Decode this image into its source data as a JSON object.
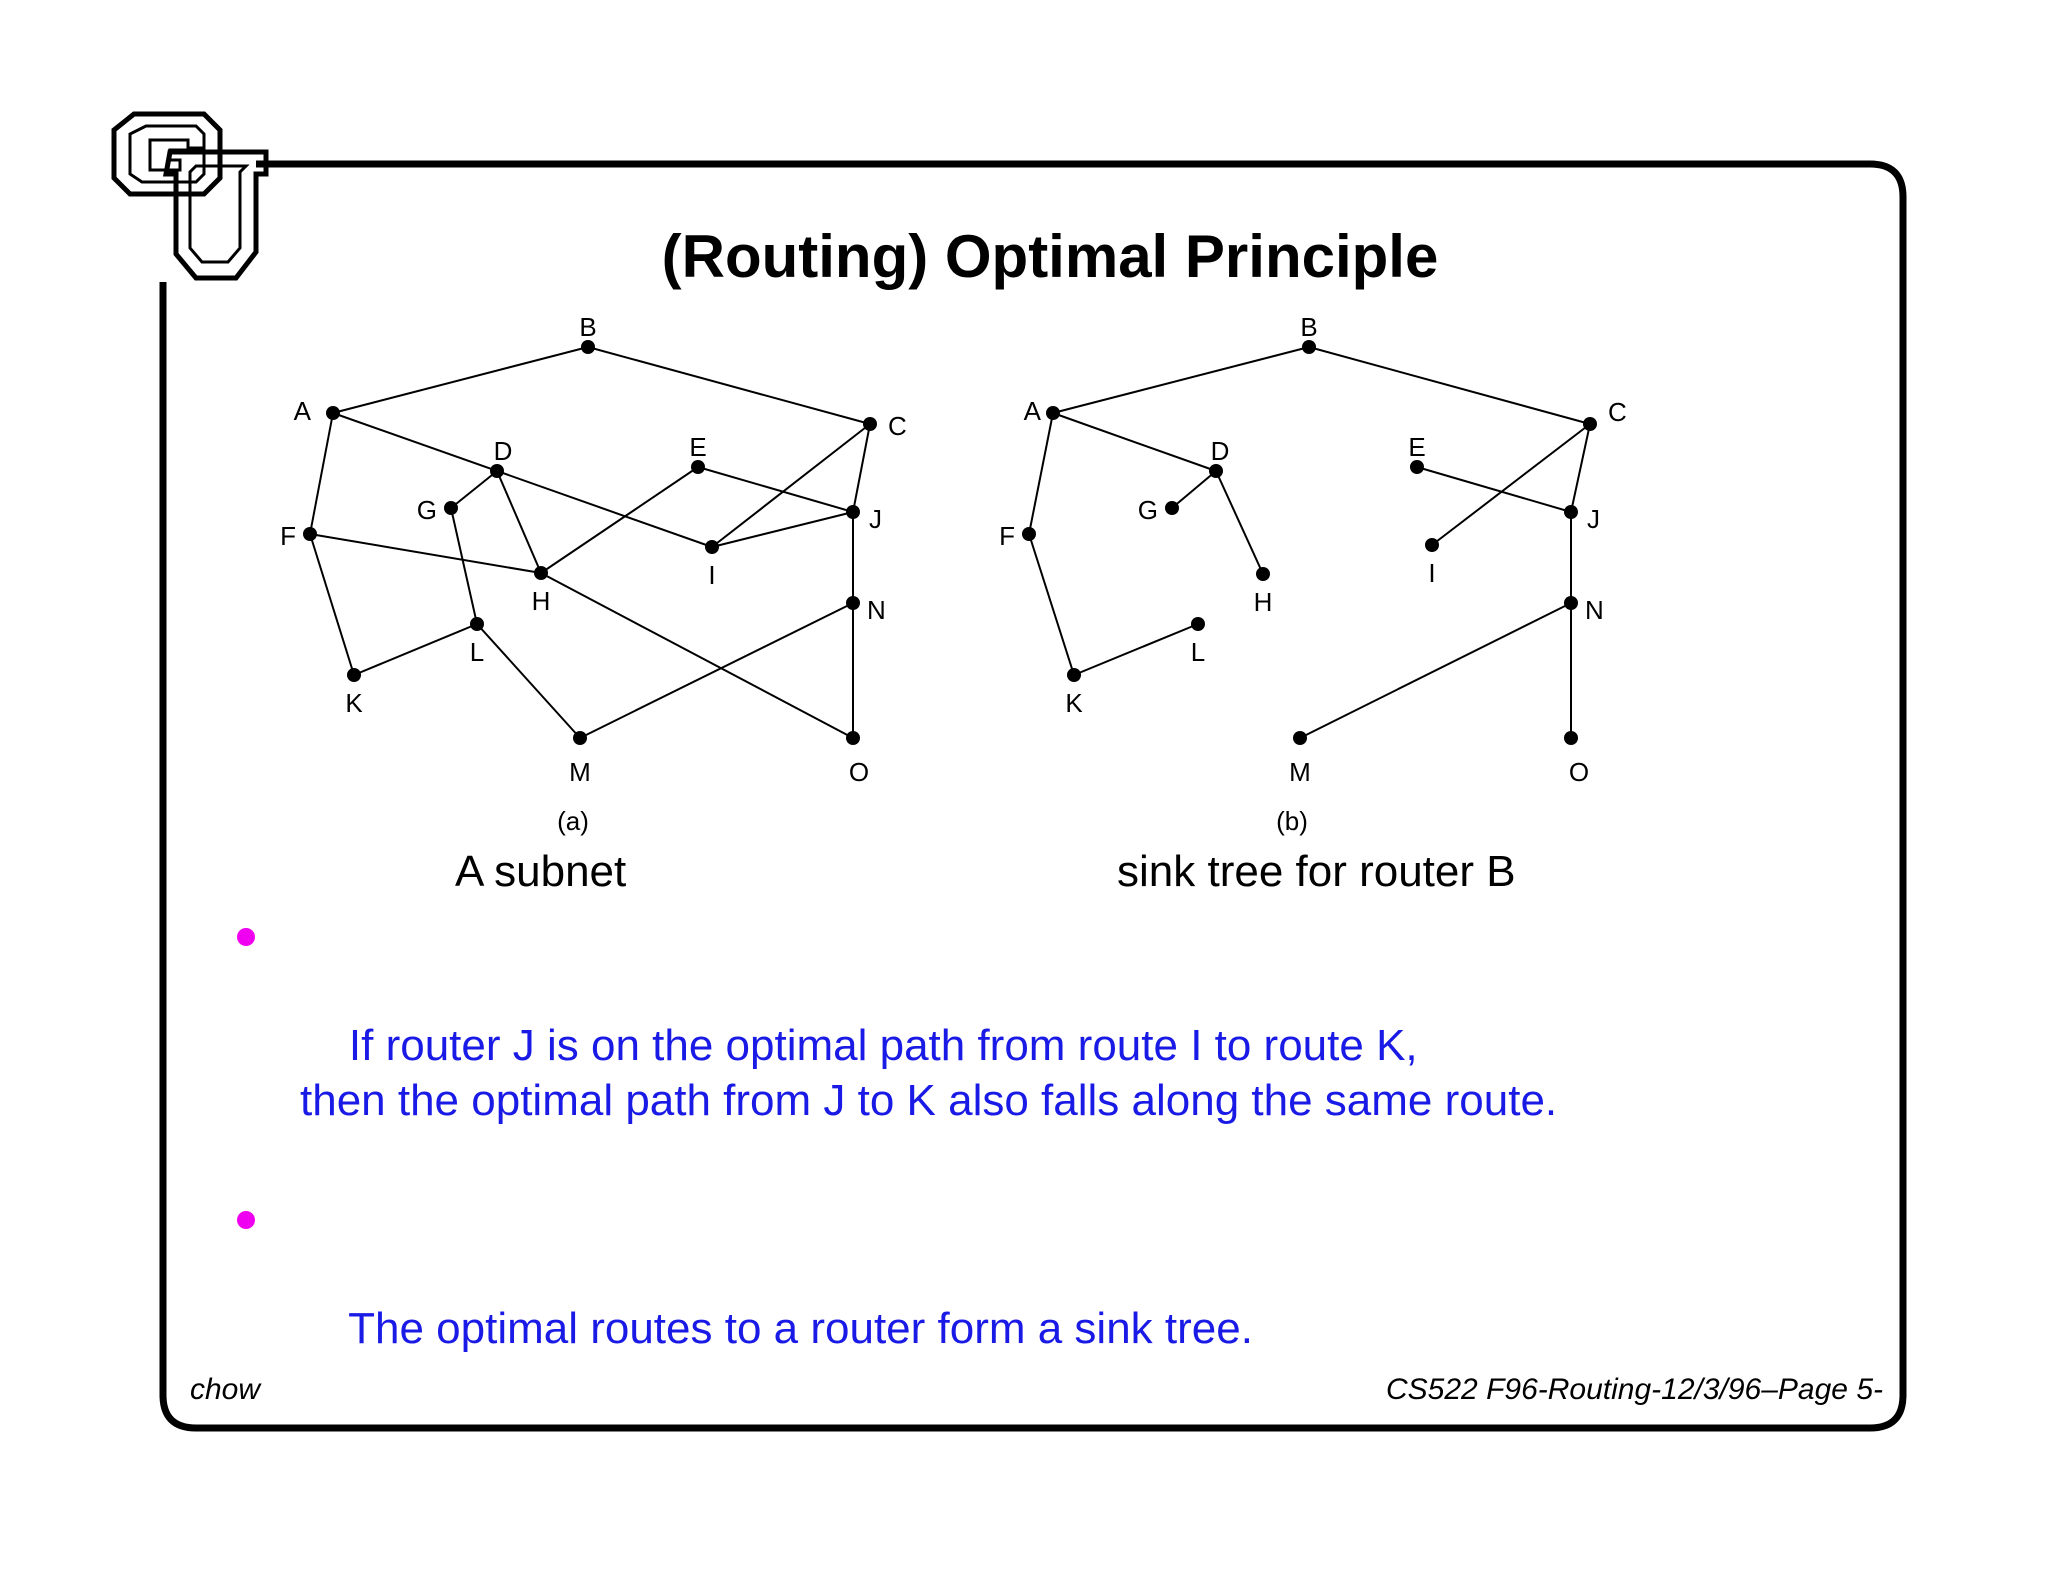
{
  "slide": {
    "title": "(Routing) Optimal Principle",
    "figure_a_label": "(a)",
    "figure_b_label": "(b)",
    "caption_a": "A subnet",
    "caption_b": "sink tree for router B",
    "bullets": [
      "If router J is on the optimal path from route I to route K,\nthen the optimal path from J to K also falls along the same route.",
      "The optimal routes to a router form a sink tree."
    ],
    "footer_left": "chow",
    "footer_right": "CS522 F96-Routing-12/3/96–Page 5-",
    "colors": {
      "bullet_text": "#1a1ae6",
      "bullet_dot": "#f000f0"
    }
  },
  "graph_a": {
    "nodes": [
      "A",
      "B",
      "C",
      "D",
      "E",
      "F",
      "G",
      "H",
      "I",
      "J",
      "K",
      "L",
      "M",
      "N",
      "O"
    ],
    "edges": [
      [
        "A",
        "B"
      ],
      [
        "B",
        "C"
      ],
      [
        "A",
        "F"
      ],
      [
        "A",
        "I"
      ],
      [
        "D",
        "G"
      ],
      [
        "D",
        "H"
      ],
      [
        "E",
        "J"
      ],
      [
        "E",
        "H"
      ],
      [
        "C",
        "J"
      ],
      [
        "C",
        "I"
      ],
      [
        "I",
        "J"
      ],
      [
        "F",
        "H"
      ],
      [
        "F",
        "K"
      ],
      [
        "G",
        "L"
      ],
      [
        "K",
        "L"
      ],
      [
        "L",
        "M"
      ],
      [
        "M",
        "N"
      ],
      [
        "H",
        "O"
      ],
      [
        "J",
        "N"
      ],
      [
        "N",
        "O"
      ]
    ]
  },
  "graph_b": {
    "nodes": [
      "A",
      "B",
      "C",
      "D",
      "E",
      "F",
      "G",
      "H",
      "I",
      "J",
      "K",
      "L",
      "M",
      "N",
      "O"
    ],
    "edges": [
      [
        "A",
        "B"
      ],
      [
        "B",
        "C"
      ],
      [
        "A",
        "D"
      ],
      [
        "A",
        "F"
      ],
      [
        "D",
        "G"
      ],
      [
        "D",
        "H"
      ],
      [
        "F",
        "K"
      ],
      [
        "K",
        "L"
      ],
      [
        "E",
        "J"
      ],
      [
        "C",
        "J"
      ],
      [
        "C",
        "I"
      ],
      [
        "J",
        "N"
      ],
      [
        "N",
        "M"
      ],
      [
        "N",
        "O"
      ]
    ]
  }
}
